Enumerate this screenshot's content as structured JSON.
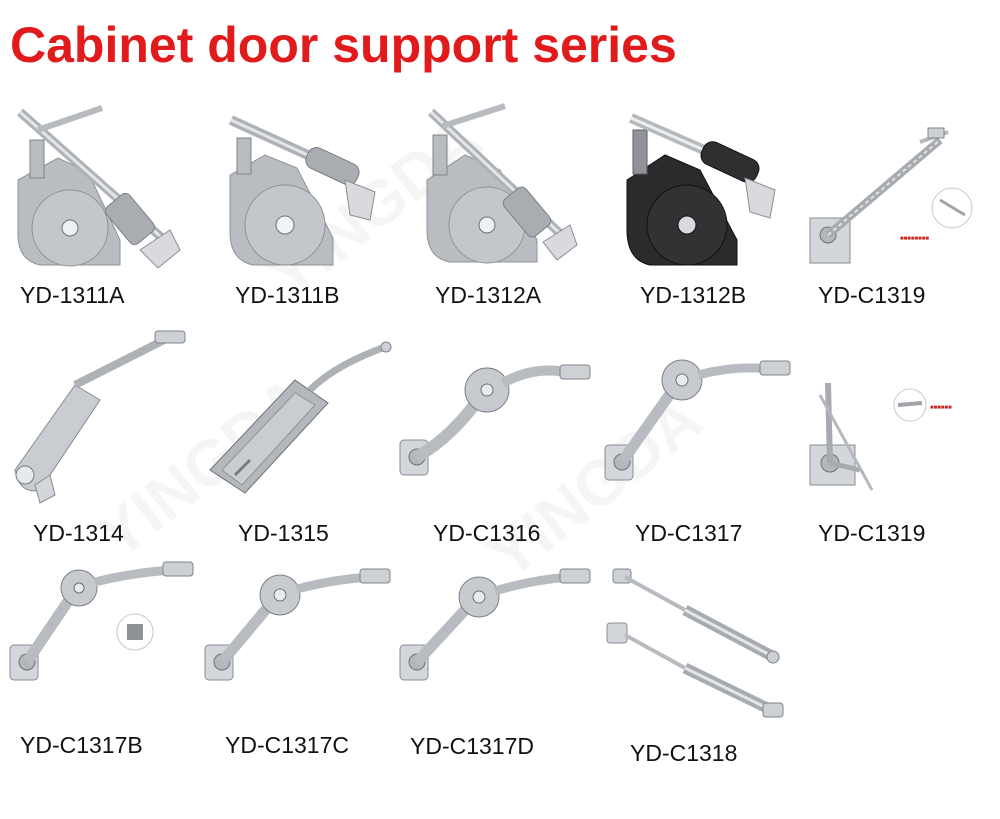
{
  "title": "Cabinet door support series",
  "colors": {
    "title": "#e11b1b",
    "metal": "#c9ccd1",
    "body_gray": "#b9bcc1",
    "body_black": "#2b2b2d"
  },
  "products": [
    {
      "model": "YD-1311A",
      "icon": "gray-disc-stay-icon"
    },
    {
      "model": "YD-1311B",
      "icon": "gray-disc-stay-icon"
    },
    {
      "model": "YD-1312A",
      "icon": "gray-disc-stay-icon"
    },
    {
      "model": "YD-1312B",
      "icon": "black-disc-stay-icon"
    },
    {
      "model": "YD-C1319",
      "icon": "telescopic-stay-icon"
    },
    {
      "model": "YD-1314",
      "icon": "flat-arm-stay-icon"
    },
    {
      "model": "YD-1315",
      "icon": "box-arm-stay-icon"
    },
    {
      "model": "YD-C1316",
      "icon": "knuckle-stay-icon"
    },
    {
      "model": "YD-C1317",
      "icon": "knuckle-stay-icon"
    },
    {
      "model": "YD-C1319",
      "icon": "bracket-stay-icon"
    },
    {
      "model": "YD-C1317B",
      "icon": "knuckle-stay-icon"
    },
    {
      "model": "YD-C1317C",
      "icon": "knuckle-stay-icon"
    },
    {
      "model": "YD-C1317D",
      "icon": "knuckle-stay-icon"
    },
    {
      "model": "YD-C1318",
      "icon": "gas-spring-icon"
    }
  ],
  "watermark": "YINGDA"
}
